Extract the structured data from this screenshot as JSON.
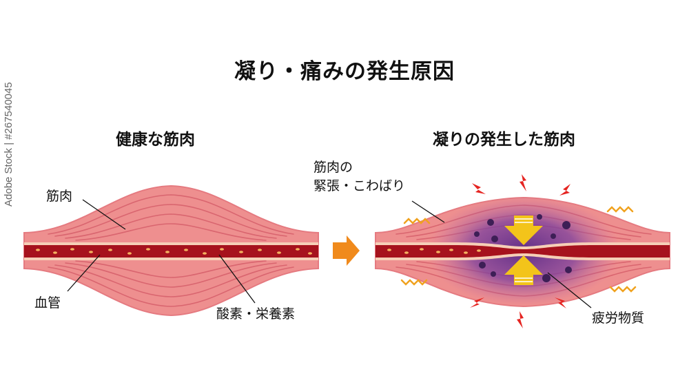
{
  "title": "凝り・痛みの発生原因",
  "left_panel": {
    "heading": "健康な筋肉",
    "label_muscle": "筋肉",
    "label_vessel": "血管",
    "label_nutrients": "酸素・栄養素"
  },
  "right_panel": {
    "heading": "凝りの発生した筋肉",
    "label_tension_line1": "筋肉の",
    "label_tension_line2": "緊張・こわばり",
    "label_fatigue": "疲労物質"
  },
  "side_text": "Adobe Stock | #267540045",
  "colors": {
    "muscle": "#ee8f8f",
    "muscle_stripe": "#d9656f",
    "vessel": "#a6121d",
    "nutrient_dot": "#f4b25f",
    "arrow_between": "#f08a1c",
    "compression_arrow": "#f3c41a",
    "fatigue_glow": "#7b3f9e",
    "spark": "#e52421",
    "wavy_line": "#f0a21e"
  },
  "icons": [
    "transition-arrow-icon",
    "compression-arrow-icon",
    "pain-spark-icon",
    "fatigue-particle-icon",
    "vibration-wave-icon"
  ]
}
